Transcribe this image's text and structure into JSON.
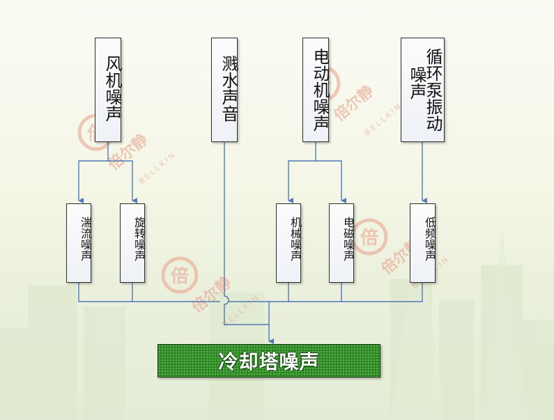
{
  "diagram": {
    "sources": {
      "fan": "风机噪声",
      "splash": "溅水声音",
      "motor": "电动机噪声",
      "pump_line1": "循环泵振动",
      "pump_line2": "噪声"
    },
    "subs": {
      "turbulence": "湍流噪声",
      "rotation": "旋转噪声",
      "mechanical": "机械噪声",
      "electromagnetic": "电磁噪声",
      "low_freq": "低频噪声"
    },
    "target": "冷却塔噪声"
  },
  "watermark": {
    "brand_cn": "倍尔静",
    "brand_en": "BELLKIN",
    "color": "#e8a089"
  },
  "colors": {
    "line": "#4f79b8",
    "target_fill": "#2a8a1f"
  }
}
